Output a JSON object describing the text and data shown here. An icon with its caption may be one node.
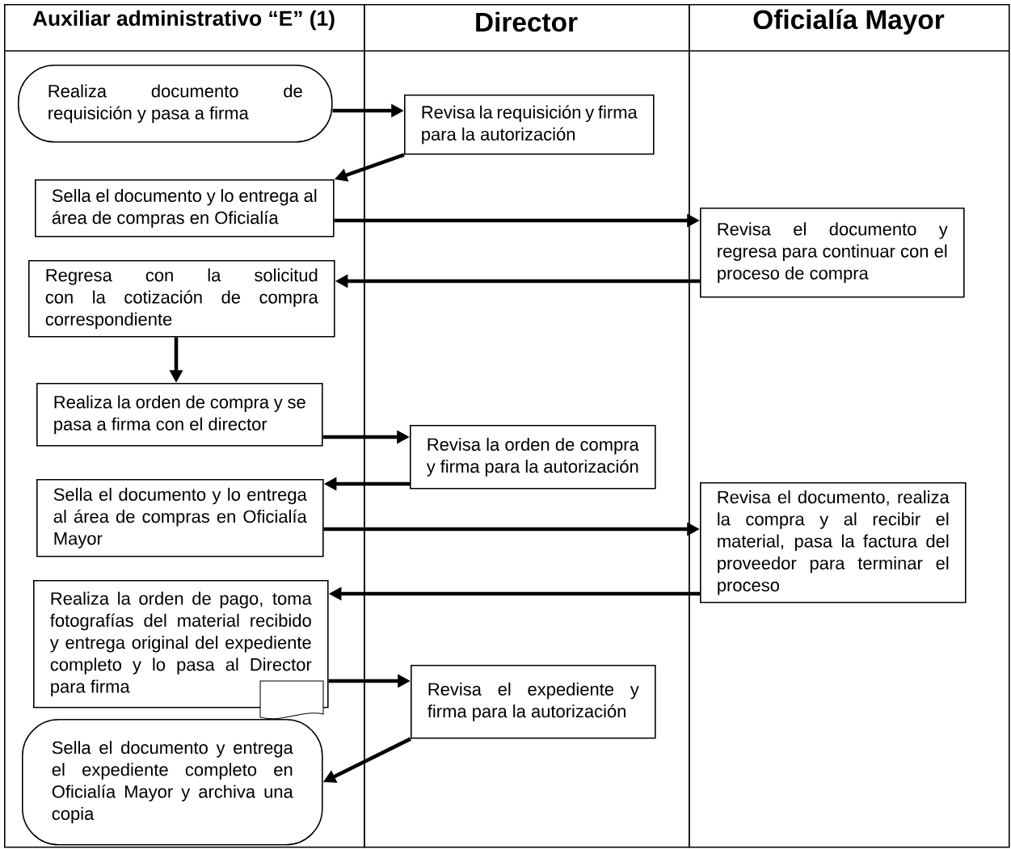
{
  "diagram": {
    "nodes": [
      {
        "text": [
          "Auxiliar administrativo “E” (1)"
        ]
      },
      {
        "text": [
          "Director"
        ]
      },
      {
        "text": [
          "Oficialía Mayor"
        ]
      },
      {
        "text": [
          "Realiza documento de requisición y pasa a firma"
        ],
        "in": 0
      },
      {
        "text": [
          "Revisa la requisición y firma para la autorización"
        ],
        "in": 1
      },
      {
        "text": [
          "Sella el documento y lo entrega al área de compras en Oficialía"
        ],
        "in": 0
      },
      {
        "text": [
          "Revisa el documento y regresa para continuar con el proceso de compra"
        ],
        "in": 2
      },
      {
        "text": [
          "Regresa con la solicitud con la cotización de compra correspondiente"
        ],
        "in": 0
      },
      {
        "text": [
          "Realiza la orden de compra y se pasa a firma con el director"
        ],
        "in": 0
      },
      {
        "text": [
          "Revisa la orden de compra y firma para la autorización"
        ],
        "in": 1
      },
      {
        "text": [
          "Sella el documento y lo entrega al área de compras en Oficialía Mayor"
        ],
        "in": 0
      },
      {
        "text": [
          "Revisa el documento, realiza la compra y al recibir el material, pasa la factura del proveedor para terminar el proceso"
        ],
        "in": 2
      },
      {
        "text": [
          "Realiza la orden de pago, toma fotografías del material recibido y entrega original del expediente completo y lo pasa al Director para firma"
        ],
        "in": 0
      },
      {
        "text": [
          "Revisa el expediente y firma para la autorización"
        ],
        "in": 1
      },
      {
        "text": [
          "Sella el documento y entrega el expediente completo en Oficialía Mayor y archiva una copia"
        ],
        "in": 0
      },
      {
        "text": [],
        "shape": "document",
        "in": 0
      }
    ],
    "edges": [
      {
        "from": 3,
        "to": 4,
        "arrow": "to"
      },
      {
        "from": 4,
        "to": 5,
        "arrow": "to"
      },
      {
        "from": 5,
        "to": 6,
        "arrow": "to"
      },
      {
        "from": 6,
        "to": 7,
        "arrow": "to"
      },
      {
        "from": 7,
        "to": 8,
        "arrow": "to"
      },
      {
        "from": 8,
        "to": 9,
        "arrow": "to"
      },
      {
        "from": 9,
        "to": 10,
        "arrow": "to"
      },
      {
        "from": 10,
        "to": 11,
        "arrow": "to"
      },
      {
        "from": 11,
        "to": 12,
        "arrow": "to"
      },
      {
        "from": 12,
        "to": 13,
        "arrow": "to"
      },
      {
        "from": 13,
        "to": 14,
        "arrow": "to"
      }
    ]
  }
}
